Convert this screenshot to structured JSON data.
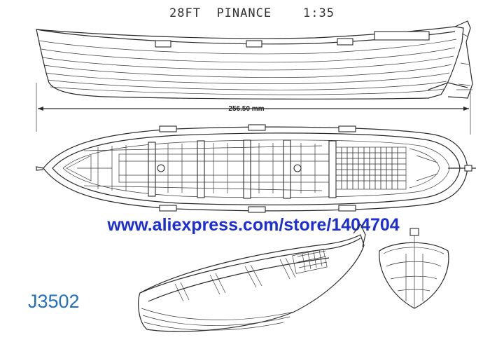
{
  "title": "28FT  PINANCE    1:35",
  "length_label": "256.50 mm",
  "store_url": "www.aliexpress.com/store/1404704",
  "model_code": "J3502",
  "colors": {
    "line": "#2a2a2a",
    "url": "#1c2ed6",
    "model_code": "#1f6fc4",
    "background": "#ffffff"
  }
}
